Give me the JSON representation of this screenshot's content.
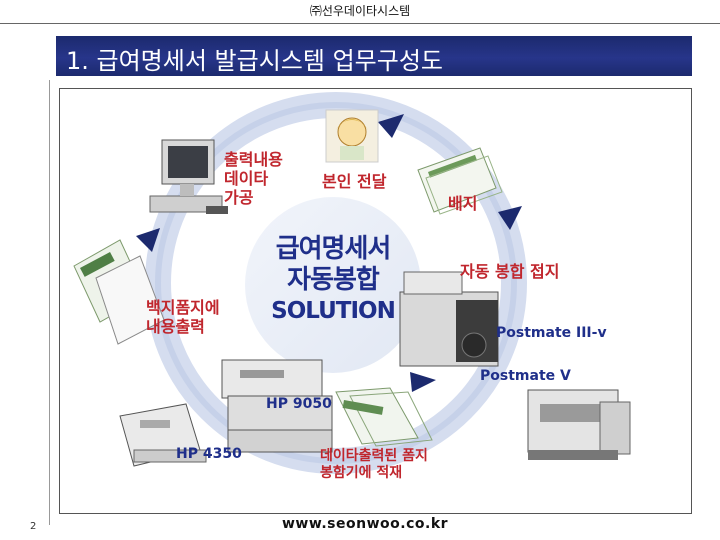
{
  "header": {
    "company": "㈜선우데이타시스템",
    "title": "1. 급여명세서 발급시스템 업무구성도"
  },
  "diagram": {
    "center": [
      "급여명세서",
      "자동봉합",
      "SOLUTION"
    ],
    "labels": {
      "data_processing": [
        "출력내용",
        "데이타",
        "가공"
      ],
      "personal_delivery": "본인 전달",
      "distribution": "배지",
      "auto_sealing": "자동 봉합 접지",
      "postmate_3v": "Postmate III-v",
      "postmate_v": "Postmate V",
      "blank_form_print": [
        "백지폼지에",
        "내용출력"
      ],
      "hp9050": "HP 9050",
      "hp4350": "HP 4350",
      "data_printed_form": [
        "데이타출력된 폼지",
        "봉함기에 적재"
      ]
    }
  },
  "footer": {
    "page": "2",
    "url": "www.seonwoo.co.kr"
  }
}
